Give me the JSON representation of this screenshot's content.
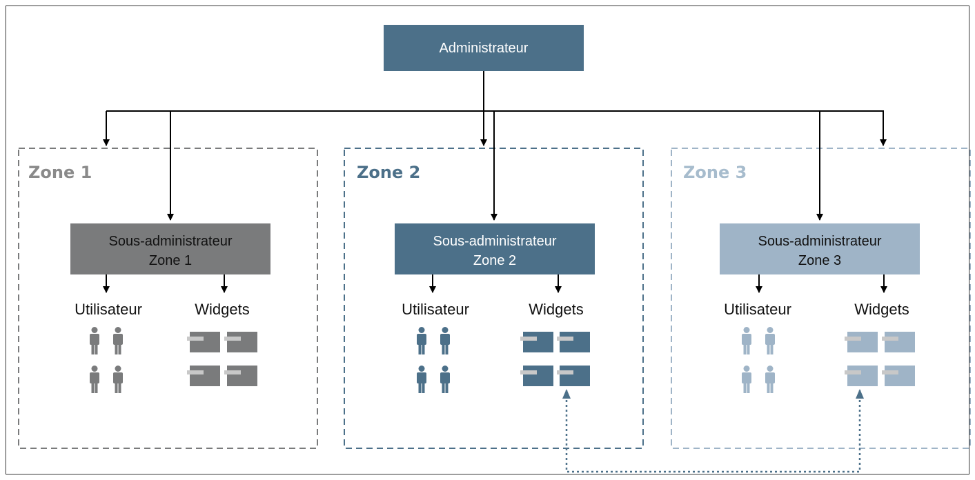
{
  "admin": {
    "label": "Administrateur"
  },
  "zones": [
    {
      "title": "Zone 1",
      "sub_admin_line1": "Sous-administrateur",
      "sub_admin_line2": "Zone 1",
      "users_label": "Utilisateur",
      "widgets_label": "Widgets"
    },
    {
      "title": "Zone 2",
      "sub_admin_line1": "Sous-administrateur",
      "sub_admin_line2": "Zone 2",
      "users_label": "Utilisateur",
      "widgets_label": "Widgets"
    },
    {
      "title": "Zone 3",
      "sub_admin_line1": "Sous-administrateur",
      "sub_admin_line2": "Zone 3",
      "users_label": "Utilisateur",
      "widgets_label": "Widgets"
    }
  ],
  "colors": {
    "admin_fill": "#4c7089",
    "zone1": "#7a7b7c",
    "zone2": "#4c7089",
    "zone3": "#9fb4c7",
    "zone1_text": "#8a8a8a",
    "zone2_text": "#4c7089",
    "zone3_text": "#a7bccd",
    "link_dotted": "#4c7089",
    "widget_tab": "#c8c8c8"
  }
}
